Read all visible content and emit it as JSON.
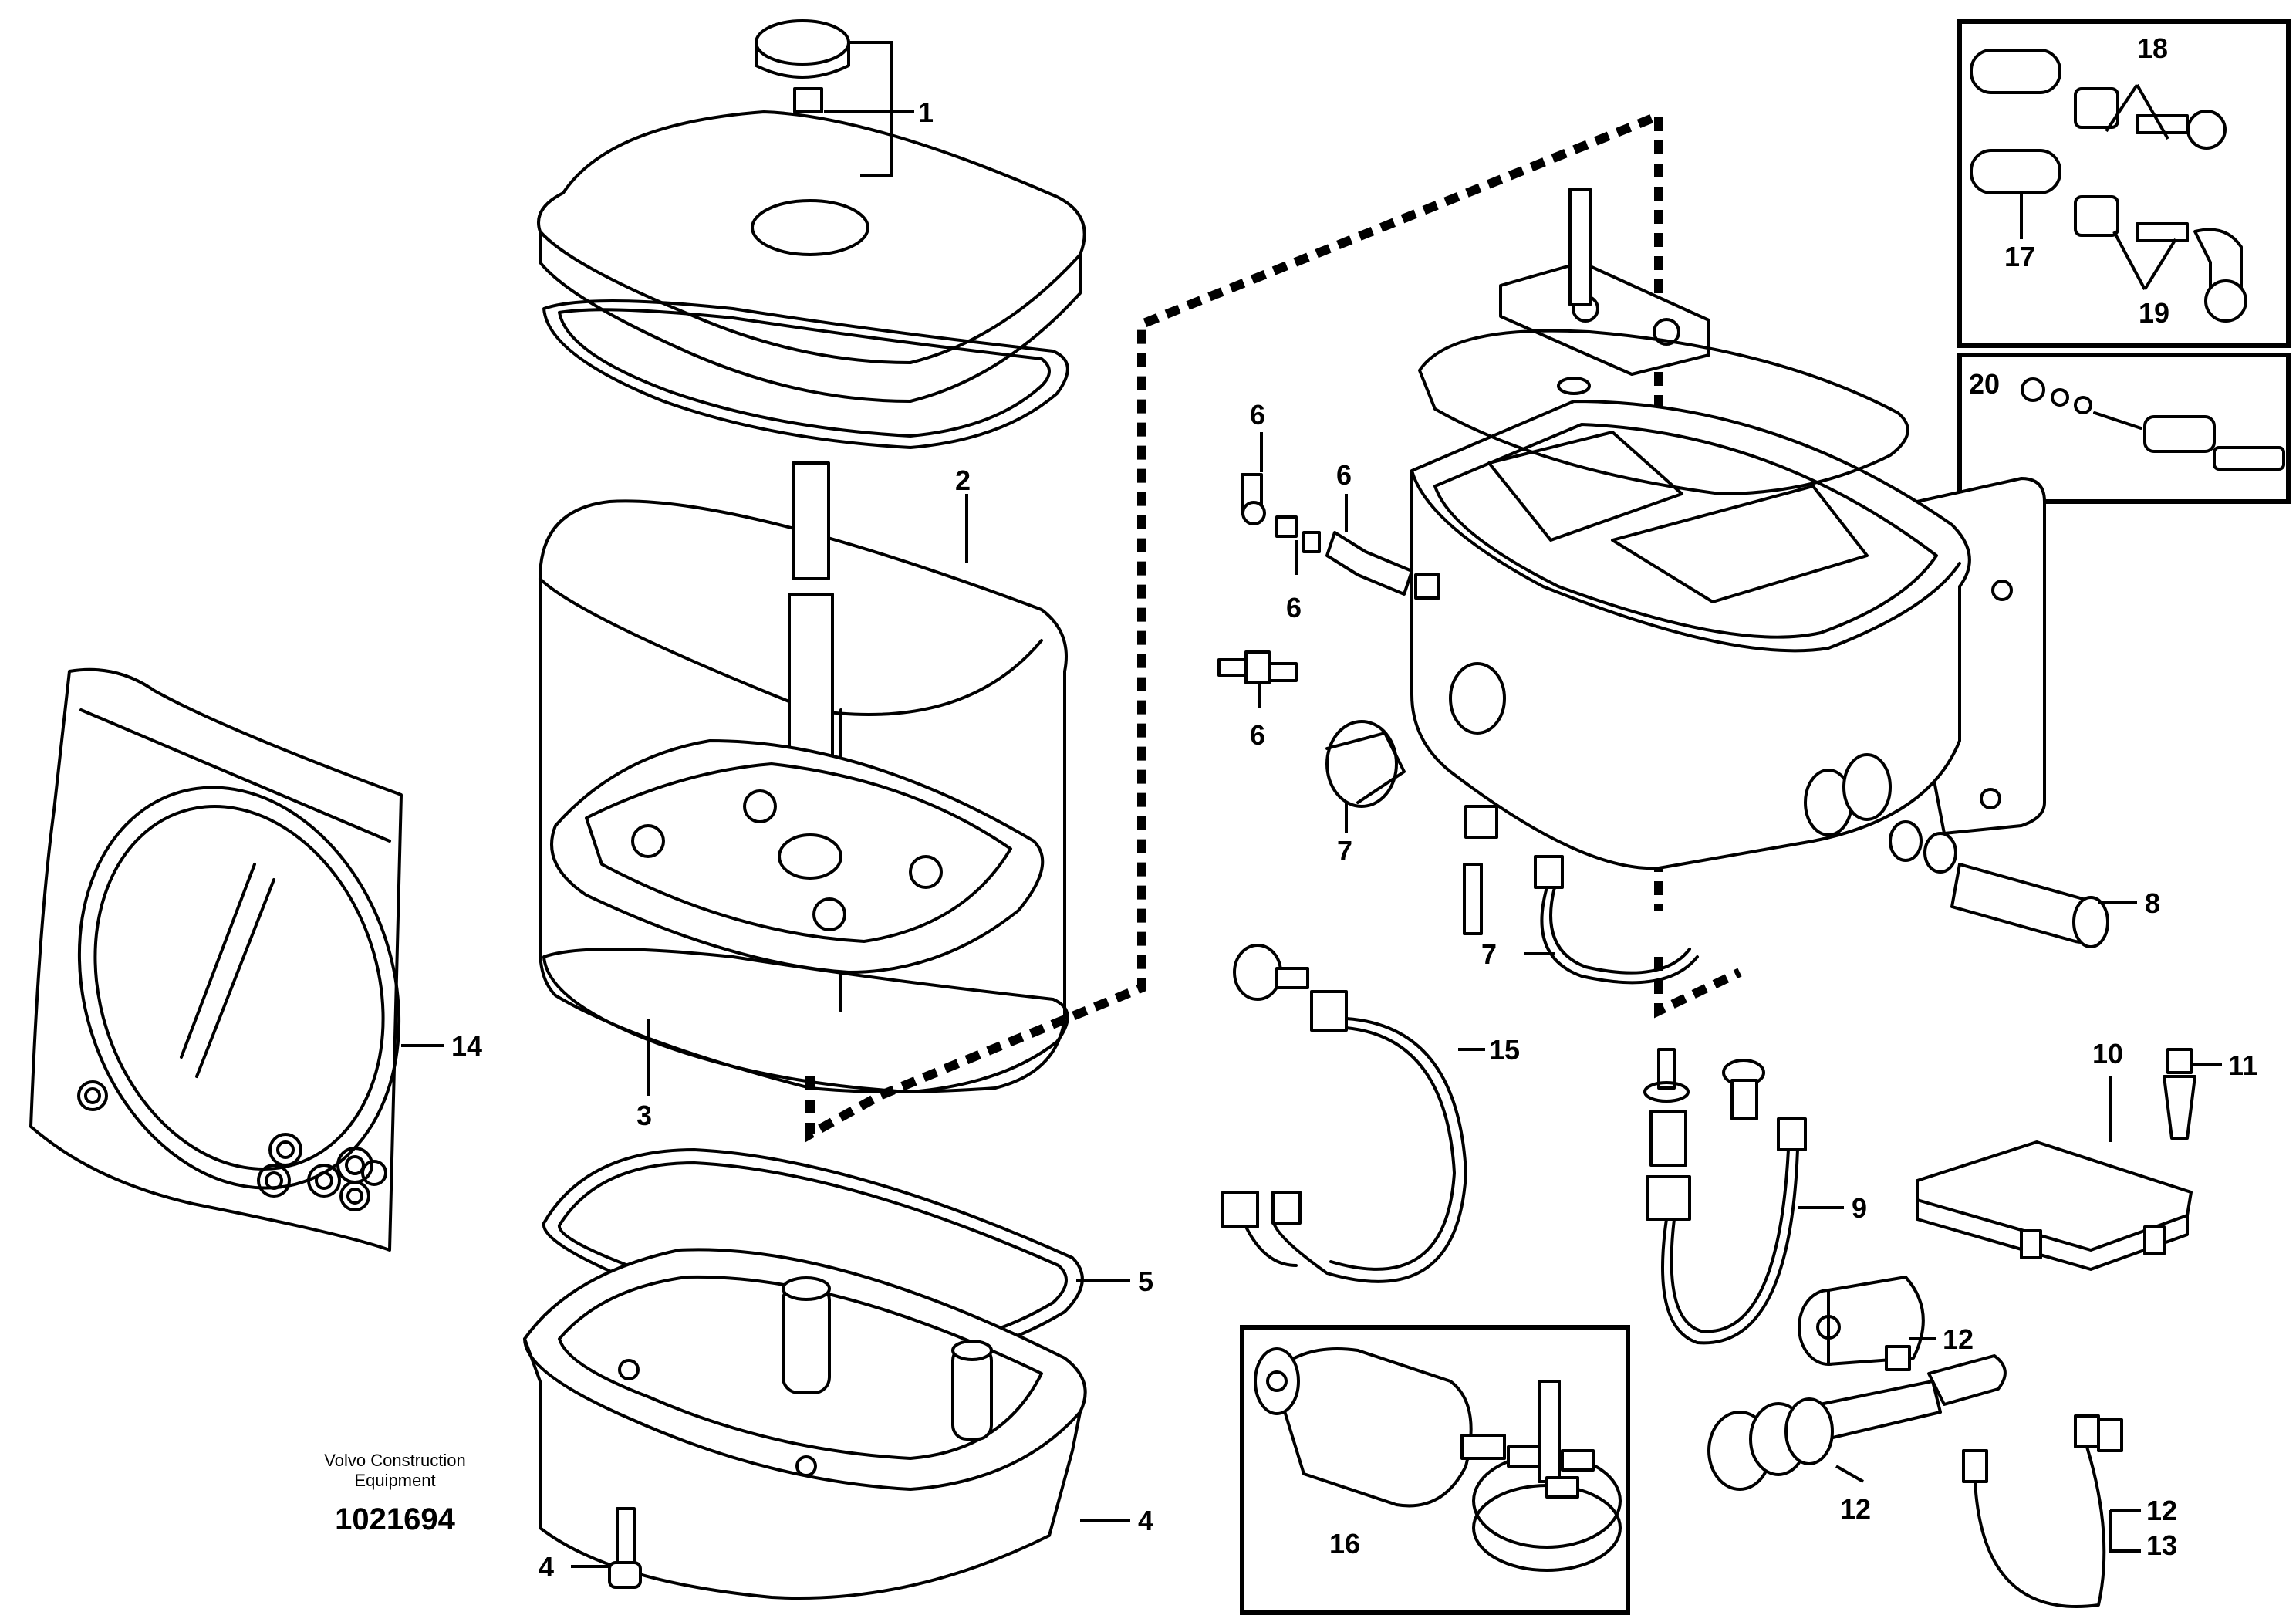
{
  "labels": {
    "p1": "1",
    "p2": "2",
    "p3": "3",
    "p4a": "4",
    "p4b": "4",
    "p5": "5",
    "p6a": "6",
    "p6b": "6",
    "p6c": "6",
    "p6d": "6",
    "p7a": "7",
    "p7b": "7",
    "p8": "8",
    "p9": "9",
    "p10": "10",
    "p11": "11",
    "p12a": "12",
    "p12b": "12",
    "p12c": "12",
    "p13": "13",
    "p14": "14",
    "p15": "15",
    "p16": "16",
    "p17": "17",
    "p18": "18",
    "p19": "19",
    "p20": "20"
  },
  "footer": {
    "brand_line1": "Volvo Construction",
    "brand_line2": "Equipment",
    "drawing_number": "1021694"
  }
}
